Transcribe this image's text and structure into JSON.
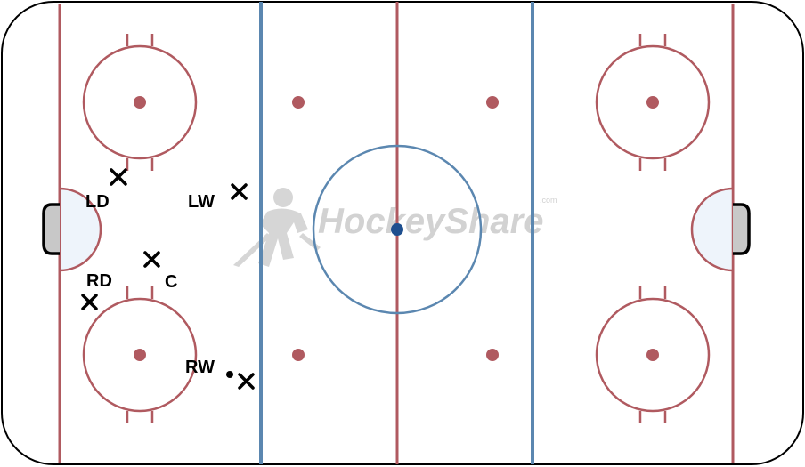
{
  "diagram": {
    "watermark": {
      "text": "HockeyShare",
      "suffix": ".com"
    },
    "colors": {
      "red_line": "#b05a60",
      "blue_line": "#5b87b0",
      "faceoff_dot": "#b05a60",
      "center_dot": "#1e4f8f",
      "crease_fill": "#eef4fb",
      "net_fill": "#c8c8c8",
      "board": "#000000",
      "ice": "#ffffff",
      "marker": "#000000",
      "watermark": "#d2d2d2"
    },
    "players": [
      {
        "id": "ld",
        "label": "LD"
      },
      {
        "id": "lw",
        "label": "LW"
      },
      {
        "id": "rd",
        "label": "RD"
      },
      {
        "id": "c",
        "label": "C"
      },
      {
        "id": "rw",
        "label": "RW"
      }
    ],
    "puck": {
      "present": true
    }
  }
}
